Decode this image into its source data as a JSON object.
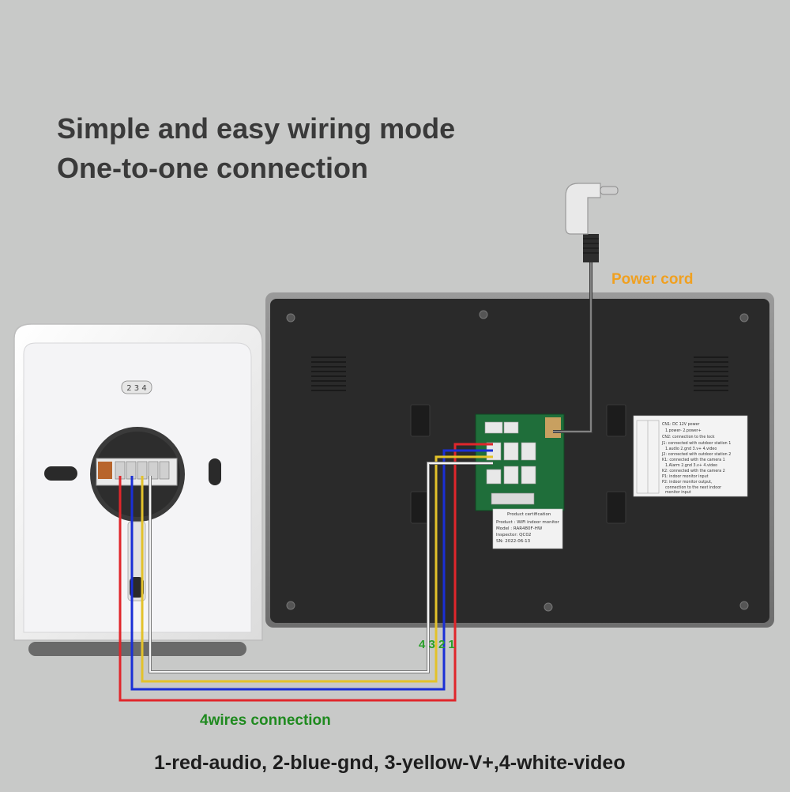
{
  "heading": {
    "line1": "Simple and easy wiring mode",
    "line2": "One-to-one connection"
  },
  "labels": {
    "power_cord": "Power cord",
    "wire_numbers": "4 3 2 1",
    "connection": "4wires connection",
    "legend": "1-red-audio, 2-blue-gnd, 3-yellow-V+,4-white-video",
    "terminal_numbers": "2 3 4"
  },
  "monitor_sticker": {
    "lines": [
      "Product certification",
      "Product : WiFi indoor monitor",
      "Model : RAR480F-HW",
      "Inspector: QC02",
      "SN: 2022-06-13"
    ]
  },
  "spec_card": {
    "lines": [
      "CN1: DC 12V power",
      "1.power-    2.power+",
      "CN2: connection to the lock",
      "J1: connected with outdoor station 1",
      "1.audio  2.gnd  3.v+  4.video",
      "J2: connected with outdoor station 2",
      "K1: connected with the camera 1",
      "1.Alarm  2.gnd  3.v+  4.video",
      "K2: connected with the camera 2",
      "P1: indoor monitor input",
      "P2: indoor monitor output,",
      "connection to the next indoor",
      "monitor input"
    ]
  },
  "colors": {
    "background": "#c8c9c8",
    "heading": "#3a3a3a",
    "power_label": "#f0a020",
    "connection_label": "#1f8a1f",
    "wire_red": "#e0262b",
    "wire_blue": "#1a2fd6",
    "wire_yellow": "#e3c22a",
    "wire_white": "#f4f4f4",
    "monitor_body": "#2a2a2a",
    "pcb": "#1f6e3a"
  },
  "icons": [
    "power-plug-icon",
    "screw-icon",
    "speaker-grille-icon",
    "terminal-block-icon"
  ]
}
